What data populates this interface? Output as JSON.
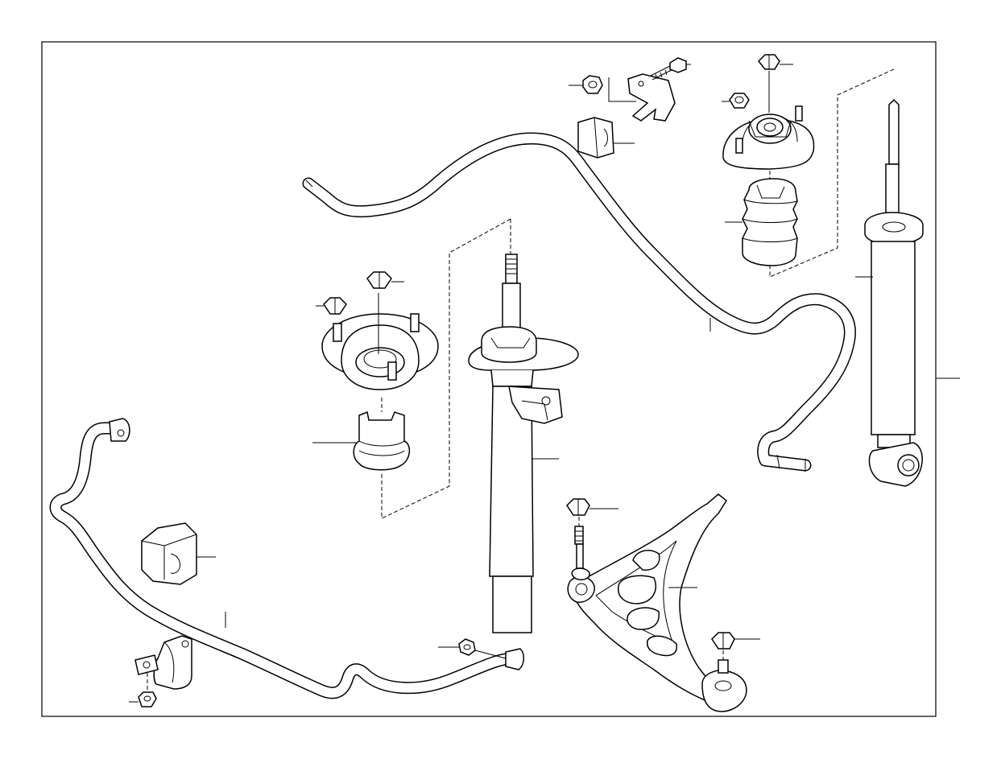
{
  "diagram": {
    "parts": [
      {
        "name": "front-stabilizer-bar"
      },
      {
        "name": "front-stabilizer-bushing"
      },
      {
        "name": "stabilizer-bracket"
      },
      {
        "name": "stabilizer-bracket-nut"
      },
      {
        "name": "stabilizer-link-nut"
      },
      {
        "name": "front-spring-strut"
      },
      {
        "name": "front-strut-mount"
      },
      {
        "name": "front-strut-mount-nut-center"
      },
      {
        "name": "front-strut-mount-nut-side"
      },
      {
        "name": "front-bump-stop"
      },
      {
        "name": "front-control-arm"
      },
      {
        "name": "control-arm-bolt-nut"
      },
      {
        "name": "control-arm-ball-joint-nut"
      },
      {
        "name": "rear-stabilizer-bar"
      },
      {
        "name": "rear-stabilizer-bushing"
      },
      {
        "name": "rear-bushing-bracket"
      },
      {
        "name": "rear-bracket-nut"
      },
      {
        "name": "rear-bracket-bolt"
      },
      {
        "name": "rear-shock-absorber"
      },
      {
        "name": "rear-shock-mount"
      },
      {
        "name": "rear-shock-mount-nut-center"
      },
      {
        "name": "rear-shock-mount-nut-side"
      },
      {
        "name": "rear-bump-stop"
      }
    ]
  }
}
